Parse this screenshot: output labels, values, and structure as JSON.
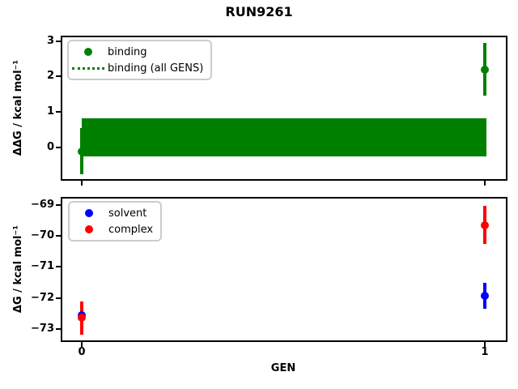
{
  "title": "RUN9261",
  "xaxis": {
    "label": "GEN",
    "ticks": [
      "0",
      "1"
    ]
  },
  "top_plot": {
    "ylabel": "ΔΔG / kcal mol⁻¹",
    "yticks": [
      "3",
      "2",
      "1",
      "0"
    ],
    "legend": [
      {
        "label": "binding",
        "marker": "filled-circle",
        "color": "#008000"
      },
      {
        "label": "binding (all GENS)",
        "marker": "dotted-line",
        "color": "#008000"
      }
    ]
  },
  "bottom_plot": {
    "ylabel": "ΔG / kcal mol⁻¹",
    "yticks": [
      "−69",
      "−70",
      "−71",
      "−72",
      "−73"
    ],
    "legend": [
      {
        "label": "solvent",
        "marker": "filled-circle",
        "color": "#0000ff"
      },
      {
        "label": "complex",
        "marker": "filled-circle",
        "color": "#ff0000"
      }
    ]
  },
  "chart_data": [
    {
      "type": "scatter",
      "title": "RUN9261",
      "xlabel": "GEN",
      "ylabel": "ΔΔG / kcal mol⁻¹",
      "x_ticks": [
        0,
        1
      ],
      "y_ticks": [
        0,
        1,
        2,
        3
      ],
      "xlim": [
        -0.05,
        1.05
      ],
      "ylim": [
        -0.9,
        3.15
      ],
      "grid": false,
      "legend_position": "upper-left",
      "series": [
        {
          "name": "binding",
          "type": "errorbar",
          "color": "#008000",
          "x": [
            0,
            1
          ],
          "y": [
            -0.11,
            2.2
          ],
          "yerr": [
            0.65,
            0.75
          ]
        },
        {
          "name": "binding (all GENS)",
          "type": "band",
          "color": "#008000",
          "mean": 0.28,
          "band_low": -0.25,
          "band_high": 0.82,
          "x_range": [
            0,
            1
          ]
        }
      ]
    },
    {
      "type": "scatter",
      "xlabel": "GEN",
      "ylabel": "ΔG / kcal mol⁻¹",
      "x_ticks": [
        0,
        1
      ],
      "y_ticks": [
        -69,
        -70,
        -71,
        -72,
        -73
      ],
      "xlim": [
        -0.05,
        1.05
      ],
      "ylim": [
        -73.4,
        -68.75
      ],
      "grid": false,
      "legend_position": "upper-left",
      "series": [
        {
          "name": "solvent",
          "type": "errorbar",
          "color": "#0000ff",
          "x": [
            0,
            1
          ],
          "y": [
            -72.55,
            -71.93
          ],
          "yerr": [
            0.26,
            0.41
          ]
        },
        {
          "name": "complex",
          "type": "errorbar",
          "color": "#ff0000",
          "x": [
            0,
            1
          ],
          "y": [
            -72.65,
            -69.65
          ],
          "yerr": [
            0.53,
            0.62
          ]
        }
      ]
    }
  ]
}
